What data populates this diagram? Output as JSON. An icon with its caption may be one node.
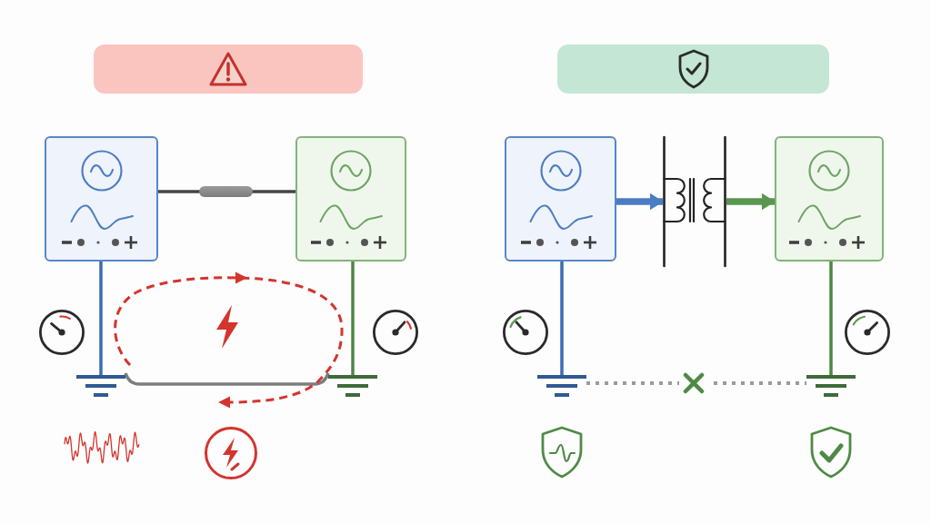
{
  "diagram": {
    "nodes": [
      {
        "text": [],
        "shape": "box"
      },
      {
        "text": [],
        "shape": "box"
      },
      {
        "text": [],
        "shape": "box"
      },
      {
        "text": [],
        "shape": "picture"
      },
      {
        "text": [],
        "shape": "picture"
      },
      {
        "text": [],
        "shape": "box"
      },
      {
        "text": [],
        "shape": "box"
      },
      {
        "text": [],
        "shape": "picture"
      },
      {
        "text": [],
        "shape": "box"
      },
      {
        "text": [],
        "shape": "picture"
      },
      {
        "text": [],
        "shape": "picture"
      }
    ],
    "edges": [
      {
        "from": 1,
        "to": 2,
        "arrow": "none",
        "color": "#454545"
      },
      {
        "from": 1,
        "to": 3,
        "arrow": "none",
        "color": "#3d6cb4"
      },
      {
        "from": 2,
        "to": 4,
        "arrow": "none",
        "color": "#4e8745"
      },
      {
        "from": 3,
        "to": 4,
        "arrow": "none",
        "color": "#7d7d7d"
      },
      {
        "from": 6,
        "to": 7,
        "arrow": "to",
        "style": "thick",
        "color": "#4a7cc4"
      },
      {
        "from": 7,
        "to": 8,
        "arrow": "to",
        "style": "thick",
        "color": "#5a9650"
      },
      {
        "from": 6,
        "to": 9,
        "arrow": "none",
        "color": "#3d6cb4"
      },
      {
        "from": 8,
        "to": 10,
        "arrow": "none",
        "color": "#4e8745"
      },
      {
        "from": 9,
        "to": 10,
        "arrow": "none",
        "style": "dashed",
        "color": "#9b9b9b"
      }
    ]
  }
}
